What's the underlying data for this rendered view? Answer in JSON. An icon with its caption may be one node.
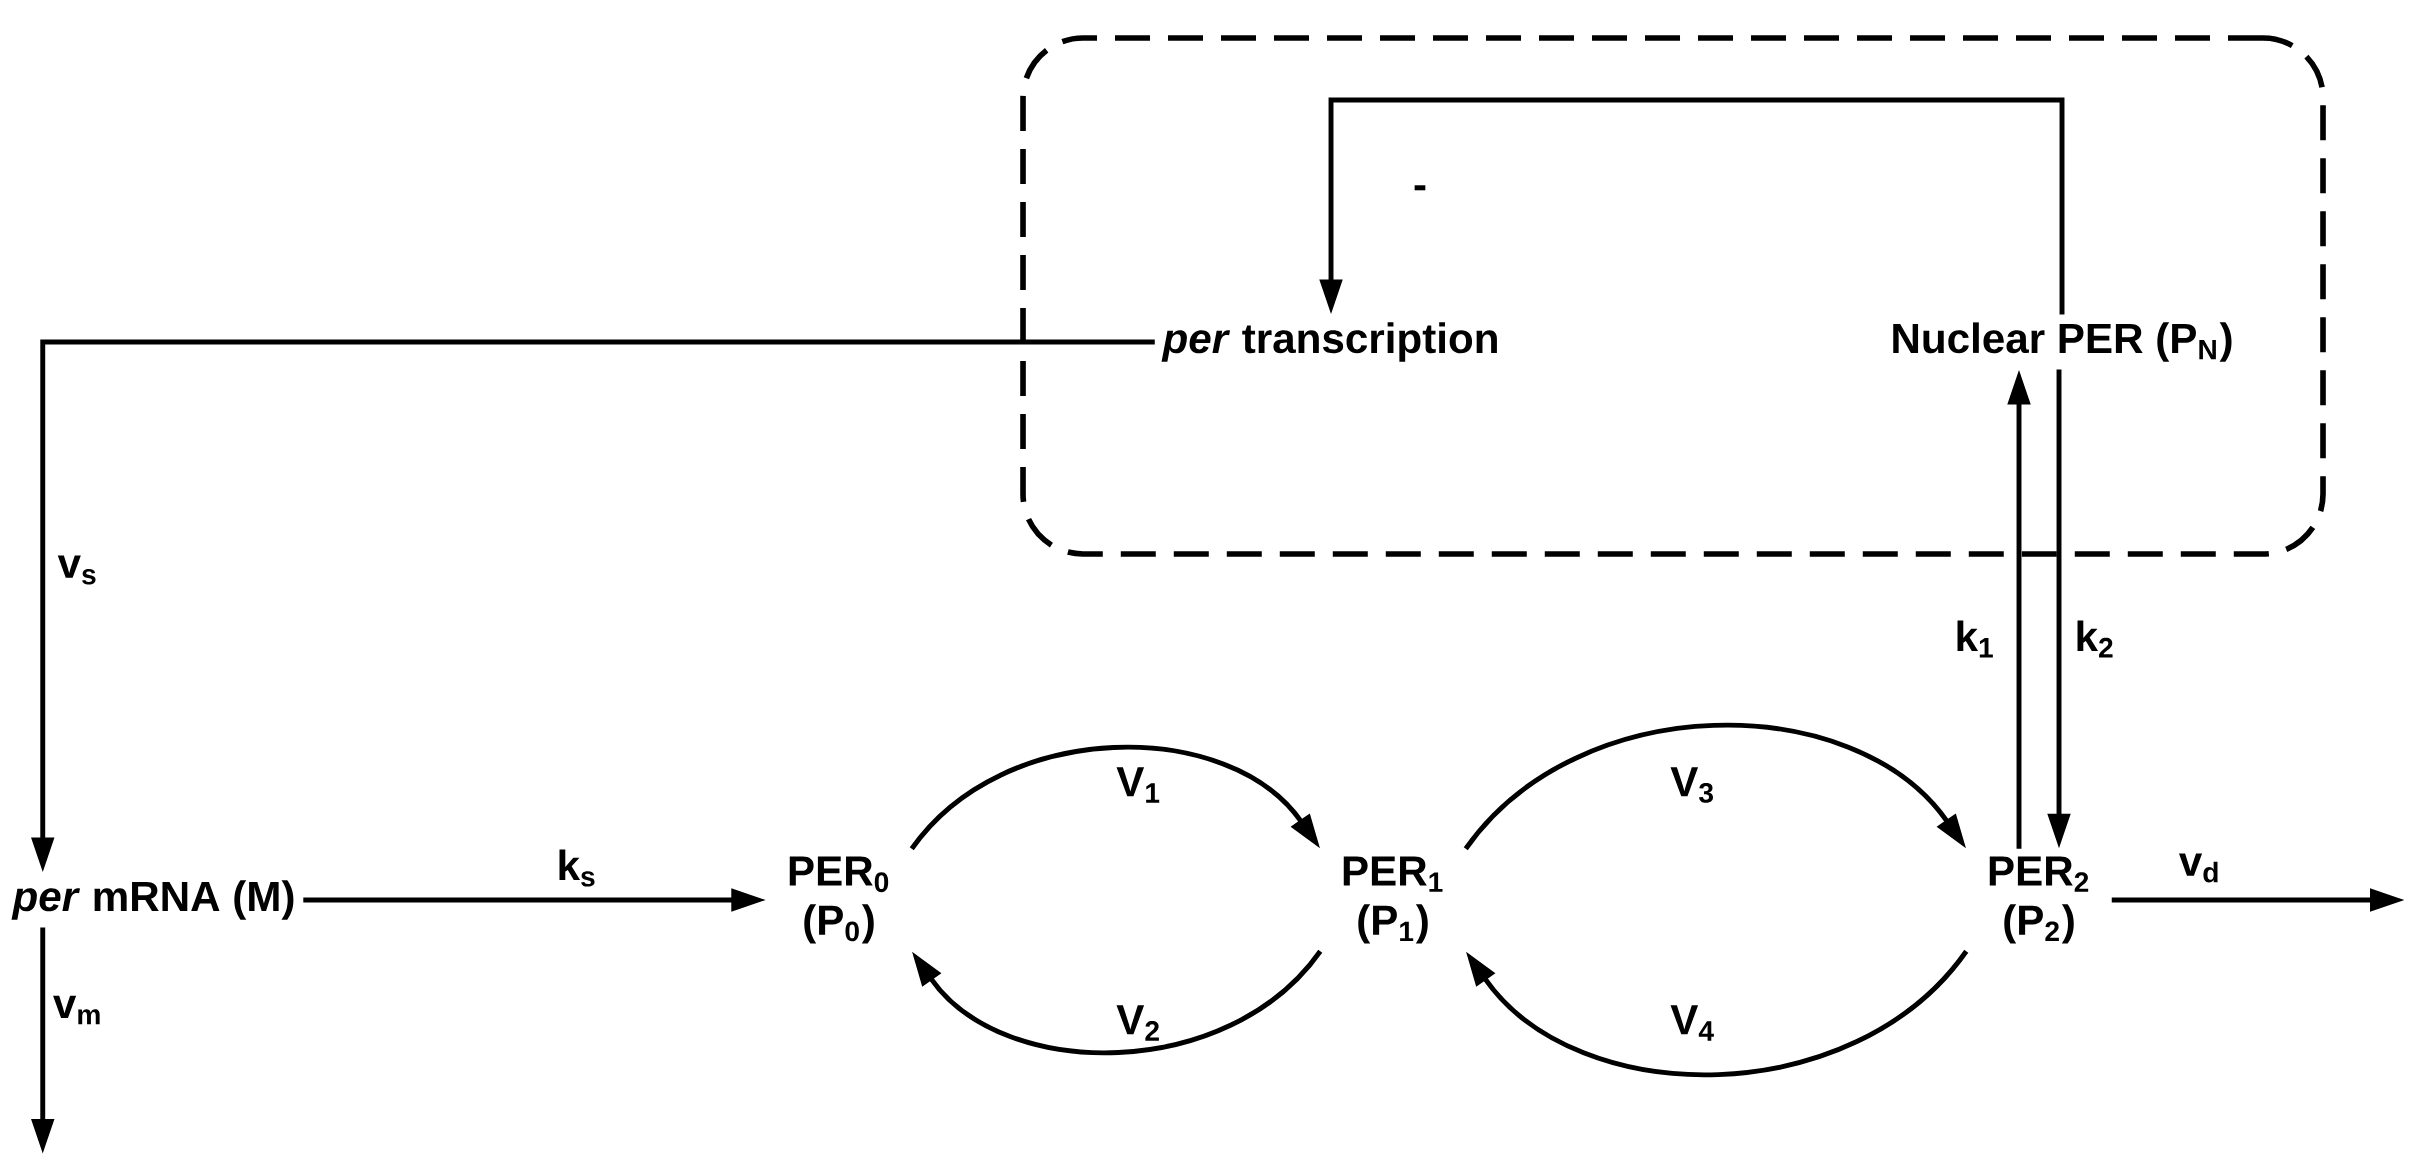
{
  "diagram": {
    "nodes": [
      {
        "text": [],
        "shape": "box"
      },
      {
        "text": [
          "*per* transcription"
        ],
        "in": 0
      },
      {
        "text": [
          "Nuclear PER (P$_{N}$)"
        ],
        "in": 0
      },
      {
        "text": [
          "*per* mRNA (M)"
        ]
      },
      {
        "text": [
          "PER$_{0}$ (P$_{0}$)"
        ]
      },
      {
        "text": [
          "PER$_{1}$ (P$_{1}$)"
        ]
      },
      {
        "text": [
          "PER$_{2}$ (P$_{2}$)"
        ]
      }
    ],
    "edges": [
      {
        "from": 2,
        "to": 1,
        "arrow": "to",
        "label": "-"
      },
      {
        "from": 1,
        "to": 3,
        "arrow": "to",
        "label": "v$_{s}$"
      },
      {
        "from": 3,
        "to": 4,
        "arrow": "to",
        "label": "k$_{s}$"
      },
      {
        "from": 4,
        "to": 5,
        "arrow": "to",
        "label": "V$_{1}$"
      },
      {
        "from": 5,
        "to": 4,
        "arrow": "to",
        "label": "V$_{2}$"
      },
      {
        "from": 5,
        "to": 6,
        "arrow": "to",
        "label": "V$_{3}$"
      },
      {
        "from": 6,
        "to": 5,
        "arrow": "to",
        "label": "V$_{4}$"
      },
      {
        "from": 6,
        "to": 2,
        "arrow": "to",
        "label": "k$_{1}$"
      },
      {
        "from": 2,
        "to": 6,
        "arrow": "to",
        "label": "k$_{2}$"
      },
      {
        "from": 6,
        "to": null,
        "arrow": "to",
        "label": "v$_{d}$"
      },
      {
        "from": 3,
        "to": null,
        "arrow": "to",
        "label": "v$_{m}$"
      }
    ]
  }
}
